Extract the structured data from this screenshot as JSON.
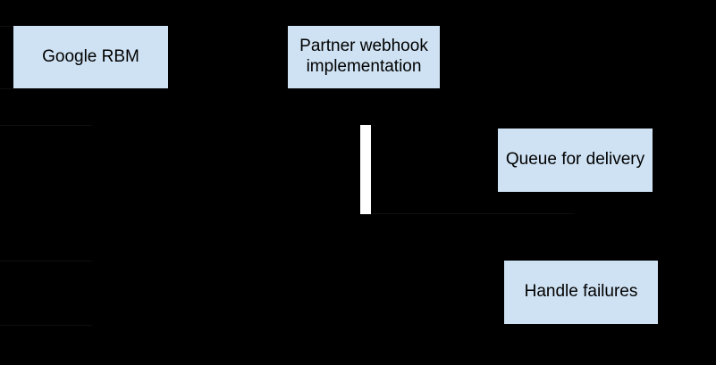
{
  "colors": {
    "background": "#000000",
    "node_fill": "#cfe2f3",
    "node_text": "#000000",
    "activation_fill": "#ffffff",
    "faint_line": "#0f0f0f"
  },
  "nodes": {
    "google_rbm": {
      "label": "Google RBM"
    },
    "partner_webhook": {
      "label": "Partner webhook implementation"
    },
    "queue_for_delivery": {
      "label": "Queue for delivery"
    },
    "handle_failures": {
      "label": "Handle failures"
    }
  }
}
